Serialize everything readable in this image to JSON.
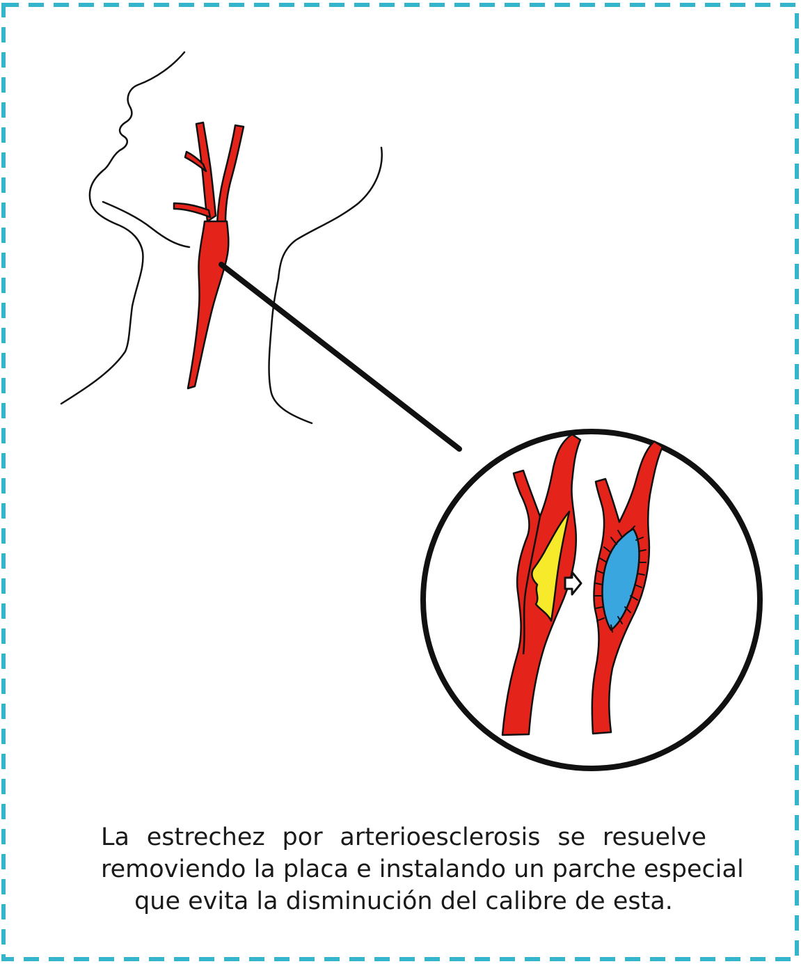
{
  "caption": {
    "line1": "La estrechez por arterioesclerosis se resuelve",
    "line2": "removiendo la placa e instalando un parche especial",
    "line3": "que evita la disminución del calibre de esta."
  },
  "colors": {
    "border": "#34b5cb",
    "artery": "#e4231b",
    "outline": "#111111",
    "plaque": "#f6ea2a",
    "patch": "#3aa6e0"
  },
  "icons": {
    "arrow": "right-outline-arrow-icon"
  }
}
